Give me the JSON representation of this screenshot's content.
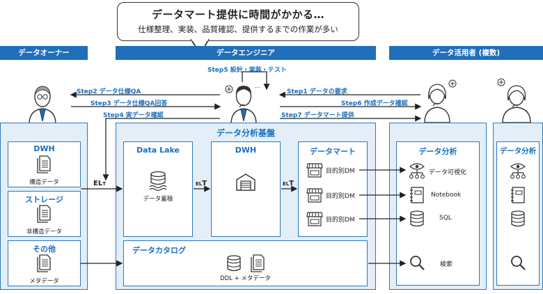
{
  "bubble": {
    "title": "データマート提供に時間がかかる…",
    "subtitle": "仕様整理、実装、品質確認、提供するまでの作業が多い"
  },
  "roles": {
    "data_owner": "データオーナー",
    "data_engineer": "データエンジニア",
    "data_users": "データ活用者 (複数)"
  },
  "steps": {
    "s1": "Step1 データの要求",
    "s2": "Step2 データ仕様QA",
    "s3": "Step3 データ仕様QA回答",
    "s4": "Step4 実データ確認",
    "s5": "Step5 設計・実装・テスト",
    "s6": "Step6 作成データ確認",
    "s7": "Step7 データマート提供"
  },
  "sources": [
    {
      "title": "DWH",
      "caption": "構造データ",
      "icon": "document-icon"
    },
    {
      "title": "ストレージ",
      "caption": "非構造データ",
      "icon": "document-icon"
    },
    {
      "title": "その他",
      "caption": "メタデータ",
      "icon": "document-icon"
    }
  ],
  "platform": {
    "title": "データ分析基盤",
    "data_lake": {
      "title": "Data Lake",
      "caption": "データ蓄積",
      "icon": "database-icon"
    },
    "dwh": {
      "title": "DWH",
      "icon": "warehouse-icon"
    },
    "mart": {
      "title": "データマート",
      "items": [
        "目的別DM",
        "目的別DM",
        "目的別DM"
      ],
      "icon": "store-icon"
    },
    "catalog": {
      "title": "データカタログ",
      "caption": "DDL + メタデータ"
    }
  },
  "elt": {
    "big": "EL",
    "small": "T",
    "small2": "EL",
    "big2": "T"
  },
  "analysis": {
    "title": "データ分析",
    "items": [
      {
        "label": "データ可視化",
        "icon": "network-icon"
      },
      {
        "label": "Notebook",
        "icon": "notebook-icon"
      },
      {
        "label": "SQL",
        "icon": "database-icon"
      },
      {
        "label": "検索",
        "icon": "search-icon"
      }
    ]
  },
  "analysis2": {
    "title": "データ分析"
  },
  "colors": {
    "accent": "#1f6fbb",
    "panel": "#e3eef8",
    "border": "#2a77be"
  }
}
